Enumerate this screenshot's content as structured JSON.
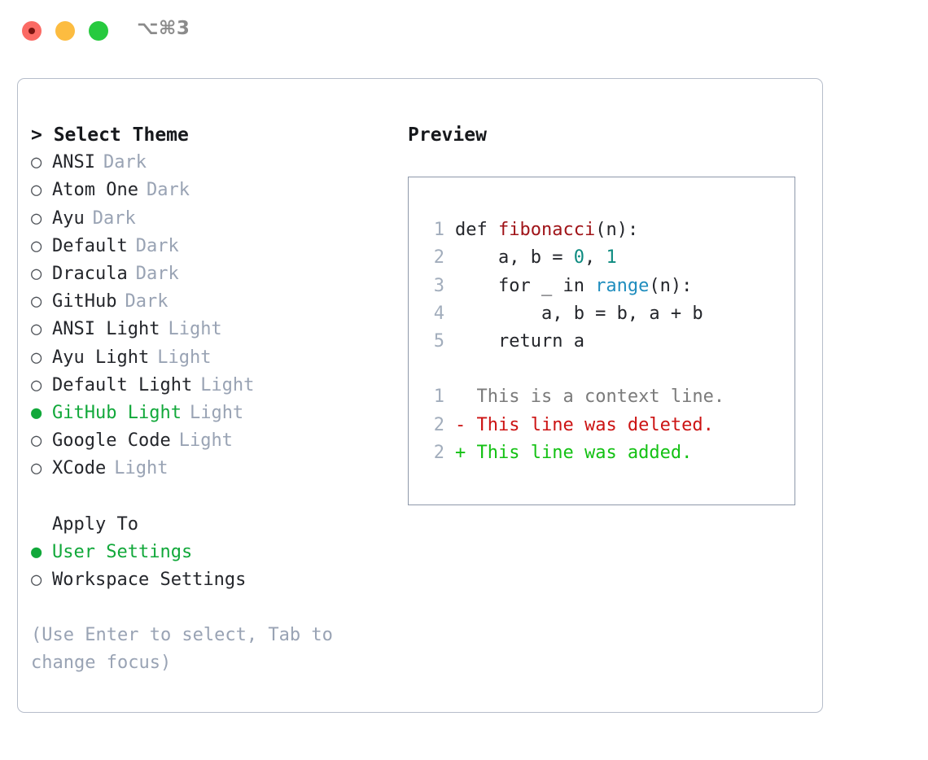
{
  "window": {
    "shortcut": "⌥⌘3",
    "traffic_lights": [
      "close-red",
      "minimize-yellow",
      "maximize-green"
    ]
  },
  "theme_picker": {
    "header": "> Select Theme",
    "items": [
      {
        "bullet": "○",
        "name": "ANSI",
        "tag": "Dark",
        "selected": false
      },
      {
        "bullet": "○",
        "name": "Atom One",
        "tag": "Dark",
        "selected": false
      },
      {
        "bullet": "○",
        "name": "Ayu",
        "tag": "Dark",
        "selected": false
      },
      {
        "bullet": "○",
        "name": "Default",
        "tag": "Dark",
        "selected": false
      },
      {
        "bullet": "○",
        "name": "Dracula",
        "tag": "Dark",
        "selected": false
      },
      {
        "bullet": "○",
        "name": "GitHub",
        "tag": "Dark",
        "selected": false
      },
      {
        "bullet": "○",
        "name": "ANSI Light",
        "tag": "Light",
        "selected": false
      },
      {
        "bullet": "○",
        "name": "Ayu Light",
        "tag": "Light",
        "selected": false
      },
      {
        "bullet": "○",
        "name": "Default Light",
        "tag": "Light",
        "selected": false
      },
      {
        "bullet": "●",
        "name": "GitHub Light",
        "tag": "Light",
        "selected": true
      },
      {
        "bullet": "○",
        "name": "Google Code",
        "tag": "Light",
        "selected": false
      },
      {
        "bullet": "○",
        "name": "XCode",
        "tag": "Light",
        "selected": false
      }
    ]
  },
  "apply_to": {
    "header": "Apply To",
    "items": [
      {
        "bullet": "●",
        "name": "User Settings",
        "selected": true
      },
      {
        "bullet": "○",
        "name": "Workspace Settings",
        "selected": false
      }
    ]
  },
  "hint": "(Use Enter to select, Tab to change focus)",
  "preview": {
    "header": "Preview",
    "code_lines": [
      {
        "num": "1",
        "tokens": [
          {
            "text": "def ",
            "kind": "kw"
          },
          {
            "text": "fibonacci",
            "kind": "fn"
          },
          {
            "text": "(n):",
            "kind": "plain"
          }
        ]
      },
      {
        "num": "2",
        "tokens": [
          {
            "text": "    a, b = ",
            "kind": "plain"
          },
          {
            "text": "0",
            "kind": "num"
          },
          {
            "text": ", ",
            "kind": "plain"
          },
          {
            "text": "1",
            "kind": "num"
          }
        ]
      },
      {
        "num": "3",
        "tokens": [
          {
            "text": "    for _ in ",
            "kind": "kw"
          },
          {
            "text": "range",
            "kind": "call"
          },
          {
            "text": "(n):",
            "kind": "plain"
          }
        ]
      },
      {
        "num": "4",
        "tokens": [
          {
            "text": "        a, b = b, a + b",
            "kind": "plain"
          }
        ]
      },
      {
        "num": "5",
        "tokens": [
          {
            "text": "    return a",
            "kind": "plain"
          }
        ]
      }
    ],
    "diff_lines": [
      {
        "num": "1",
        "marker": " ",
        "text": "This is a context line.",
        "kind": "context"
      },
      {
        "num": "2",
        "marker": "-",
        "text": "This line was deleted.",
        "kind": "deleted"
      },
      {
        "num": "2",
        "marker": "+",
        "text": "This line was added.",
        "kind": "added"
      }
    ]
  },
  "colors": {
    "selected_green": "#11a83a",
    "tag_gray": "#99a3b4",
    "panel_border": "#b6bdca",
    "codebox_border": "#8e98aa",
    "line_number": "#a2adbc",
    "syntax_function": "#a01419",
    "syntax_number": "#0d8b80",
    "syntax_call": "#1f8dbe",
    "diff_context": "#7b7b7b",
    "diff_deleted": "#cc1313",
    "diff_added": "#13c113"
  }
}
